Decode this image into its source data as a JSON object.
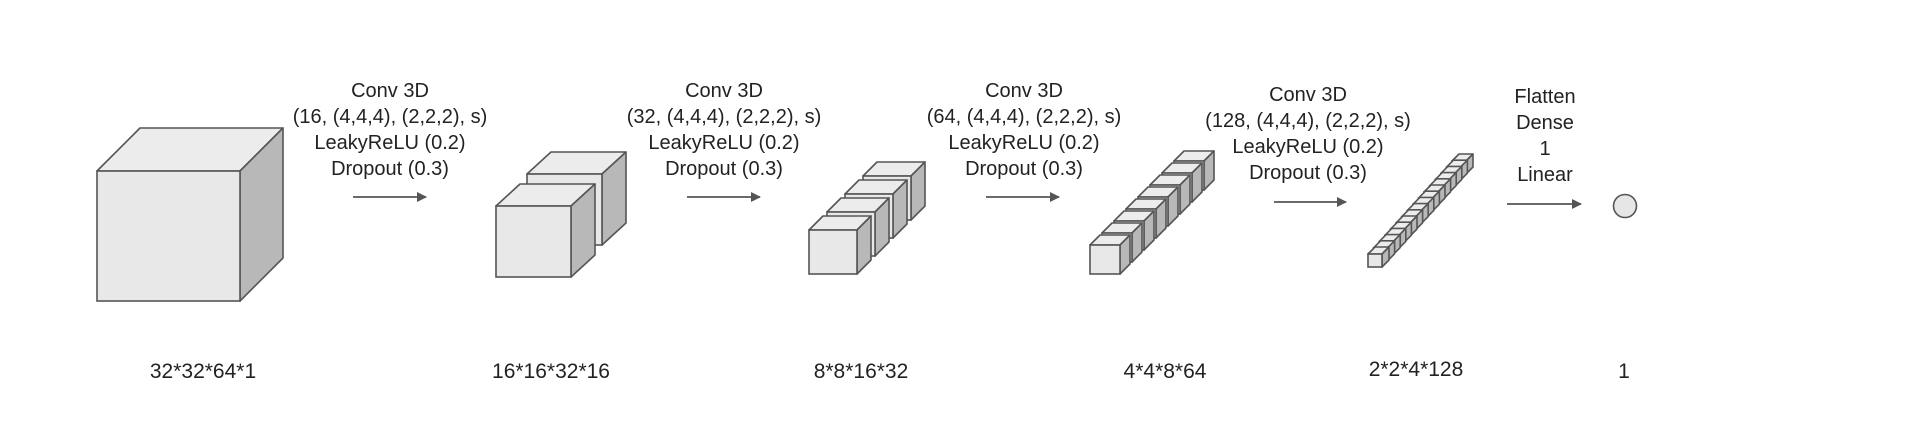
{
  "colors": {
    "front": "#e8e8e8",
    "top": "#ececec",
    "side": "#b8b8b8",
    "stroke": "#555555",
    "arrow": "#555555",
    "text": "#222222"
  },
  "tensors": [
    {
      "shape_label": "32*32*64*1",
      "blocks": 1
    },
    {
      "shape_label": "16*16*32*16",
      "blocks": 2
    },
    {
      "shape_label": "8*8*16*32",
      "blocks": 4
    },
    {
      "shape_label": "4*4*8*64",
      "blocks": 8
    },
    {
      "shape_label": "2*2*4*128",
      "blocks": 16
    },
    {
      "shape_label": "1",
      "blocks": 0
    }
  ],
  "operations": [
    {
      "lines": [
        "Conv 3D",
        "(16, (4,4,4), (2,2,2), s)",
        "LeakyReLU (0.2)",
        "Dropout (0.3)"
      ]
    },
    {
      "lines": [
        "Conv 3D",
        "(32, (4,4,4), (2,2,2), s)",
        "LeakyReLU (0.2)",
        "Dropout (0.3)"
      ]
    },
    {
      "lines": [
        "Conv 3D",
        "(64, (4,4,4), (2,2,2), s)",
        "LeakyReLU (0.2)",
        "Dropout (0.3)"
      ]
    },
    {
      "lines": [
        "Conv 3D",
        "(128, (4,4,4), (2,2,2), s)",
        "LeakyReLU (0.2)",
        "Dropout (0.3)"
      ]
    },
    {
      "lines": [
        "Flatten",
        "Dense",
        "1",
        "Linear"
      ]
    }
  ]
}
